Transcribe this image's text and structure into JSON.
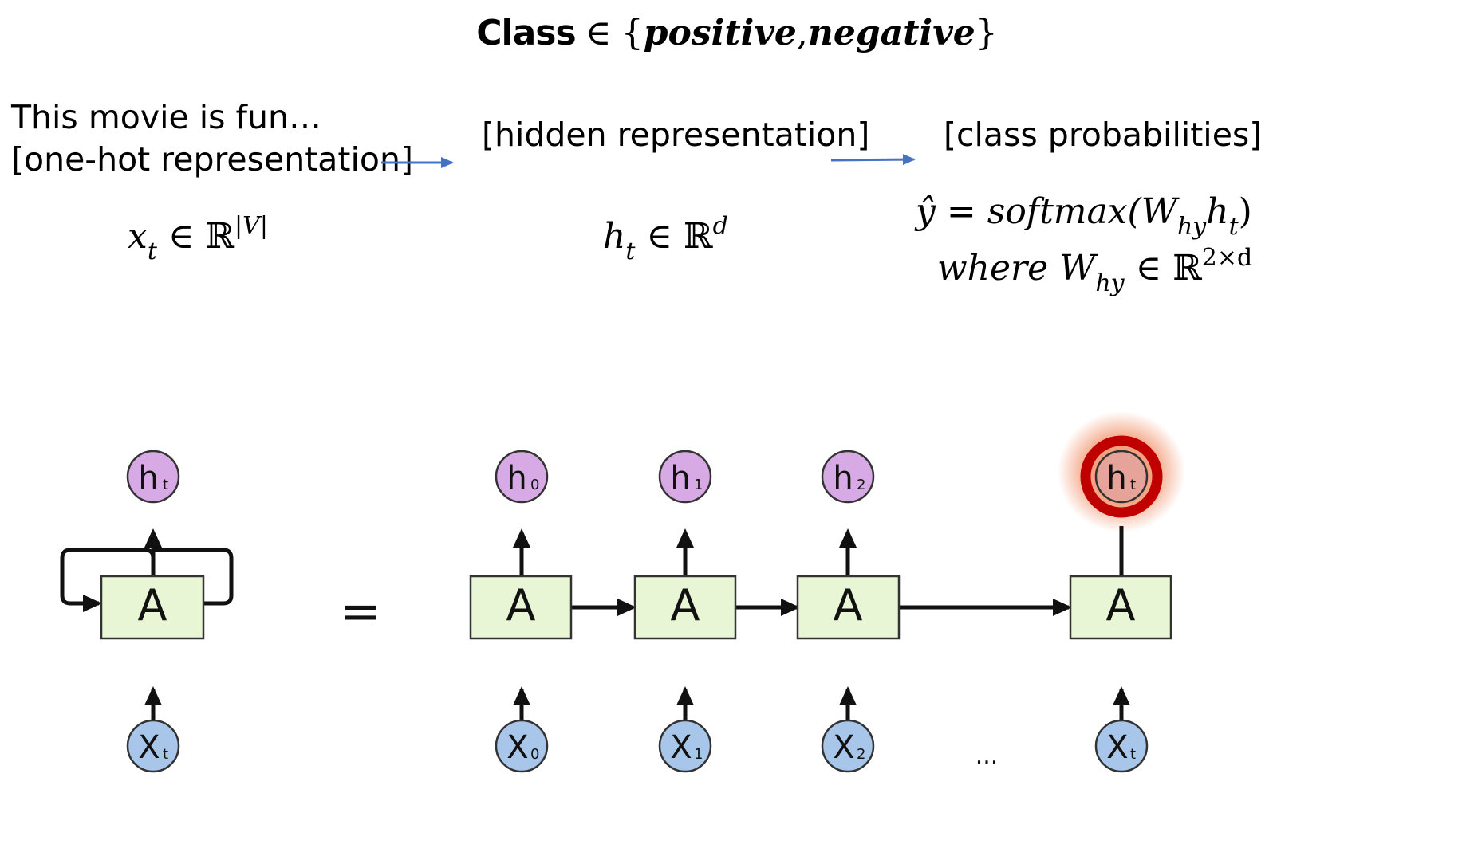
{
  "title": {
    "class_word": "Class",
    "elem": "∈",
    "lbrace": "{",
    "positive": "positive",
    "comma": ",",
    "negative": "negative",
    "rbrace": "}"
  },
  "stages": {
    "input_line1": "This movie is fun…",
    "input_line2": "[one-hot representation]",
    "hidden": "[hidden representation]",
    "output": "[class probabilities]"
  },
  "math": {
    "x": "x",
    "t": "t",
    "elem": "∈",
    "R": "ℝ",
    "V": "|V|",
    "h": "h",
    "d": "d",
    "yhat": "ŷ",
    "eq": "=",
    "softmax": "softmax(",
    "W": "W",
    "hy": "hy",
    "close": ")",
    "where": "where",
    "dims": "2×d"
  },
  "diagram": {
    "cell": "A",
    "equals": "=",
    "ellipsis": "...",
    "h_labels": [
      "h",
      "h",
      "h",
      "h",
      "h"
    ],
    "h_subs": [
      "t",
      "0",
      "1",
      "2",
      "t"
    ],
    "x_labels": [
      "X",
      "X",
      "X",
      "X",
      "X"
    ],
    "x_subs": [
      "t",
      "0",
      "1",
      "2",
      "t"
    ]
  },
  "colors": {
    "cell_fill": "#e9f6d6",
    "h_fill": "#d7aae6",
    "x_fill": "#a7c6ea",
    "highlight_ring": "#c00000",
    "glow": "#f08a60",
    "pipeline_arrow": "#4472c4"
  }
}
